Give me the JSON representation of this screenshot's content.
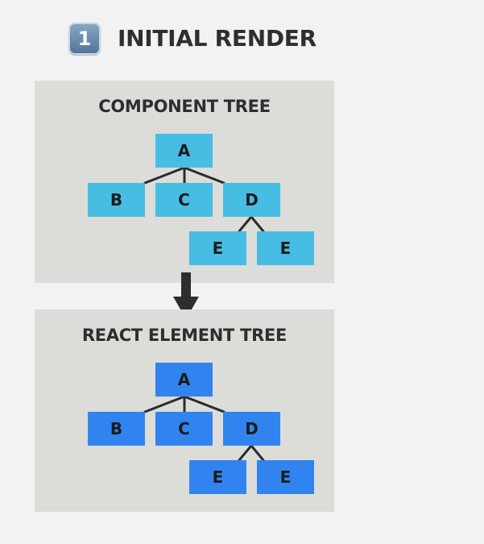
{
  "heading": {
    "badge": "1",
    "title": "INITIAL RENDER"
  },
  "component_tree": {
    "title": "COMPONENT TREE",
    "color": "#48bde3",
    "nodes": {
      "a": "A",
      "b": "B",
      "c": "C",
      "d": "D",
      "e1": "E",
      "e2": "E"
    }
  },
  "element_tree": {
    "title": "REACT ELEMENT TREE",
    "color": "#3184ef",
    "nodes": {
      "a": "A",
      "b": "B",
      "c": "C",
      "d": "D",
      "e1": "E",
      "e2": "E"
    }
  },
  "colors": {
    "background": "#f2f2f2",
    "panel": "#dcdcd9",
    "text": "#2e2e2e",
    "connector": "#2b2b2b"
  }
}
